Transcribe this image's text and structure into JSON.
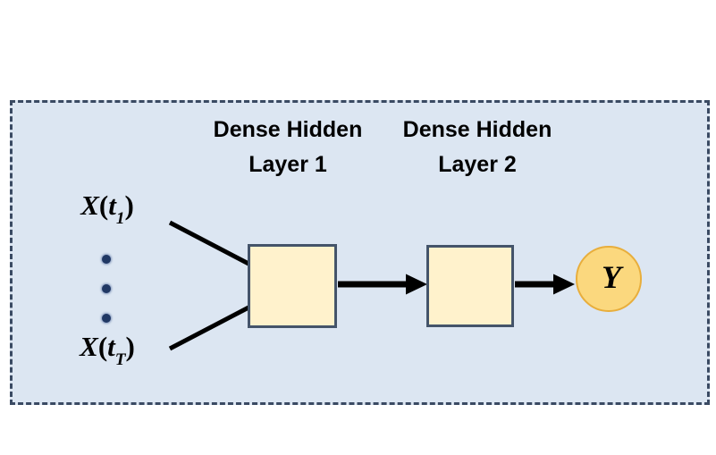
{
  "diagram": {
    "labels": {
      "layer1": {
        "line1": "Dense Hidden",
        "line2": "Layer 1"
      },
      "layer2": {
        "line1": "Dense Hidden",
        "line2": "Layer 2"
      }
    },
    "inputs": {
      "first": {
        "x": "X",
        "open": "(",
        "t": "t",
        "sub": "1",
        "close": ")"
      },
      "last": {
        "x": "X",
        "open": "(",
        "t": "t",
        "sub": "T",
        "close": ")"
      }
    },
    "output": {
      "label": "Y"
    },
    "colors": {
      "frame_bg": "#DCE6F2",
      "frame_border": "#3A4A63",
      "box_fill": "#FFF2CC",
      "box_border": "#44546A",
      "circle_fill": "#FBD87E",
      "circle_border": "#E8AE3C",
      "connector": "#000000",
      "dot": "#203864"
    }
  }
}
